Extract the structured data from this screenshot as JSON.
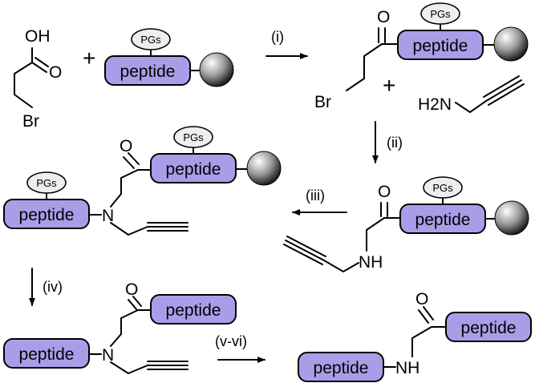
{
  "labels": {
    "peptide": "peptide",
    "pgs": "PGs",
    "oh": "OH",
    "o": "O",
    "br": "Br",
    "h2n": "H2N",
    "n": "N",
    "nh": "NH",
    "plus": "+"
  },
  "steps": [
    "(i)",
    "(ii)",
    "(iii)",
    "(iv)",
    "(v-vi)"
  ],
  "colors": {
    "peptide_fill": "#a89ee8",
    "pgs_fill": "#eeeeee",
    "resin_bead": "#808080"
  }
}
